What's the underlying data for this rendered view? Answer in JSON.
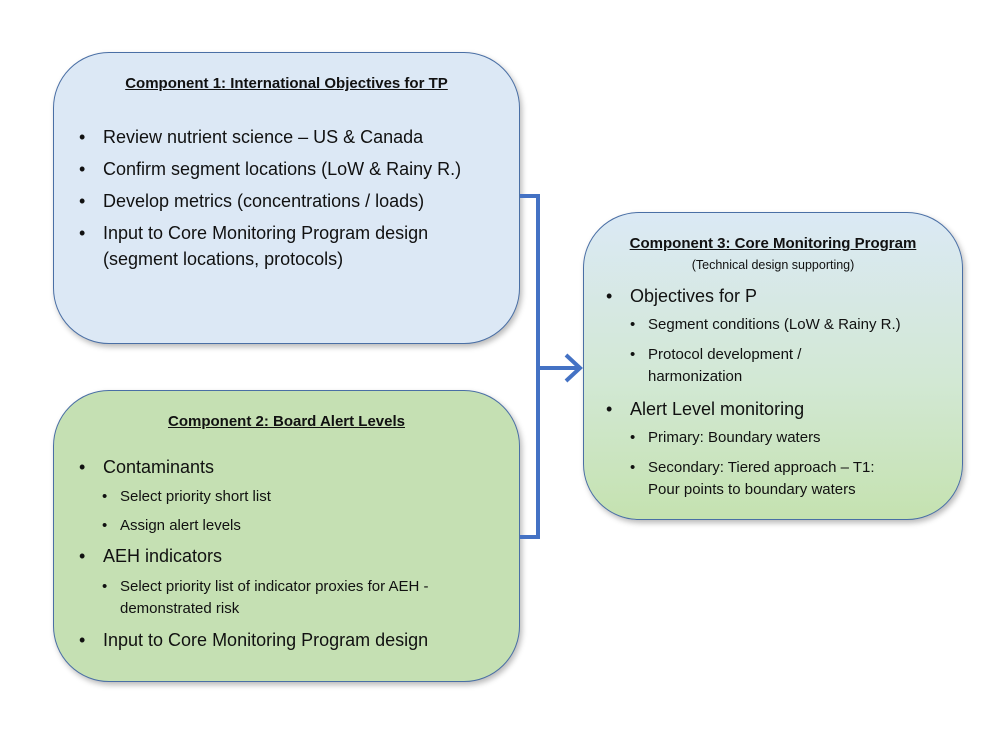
{
  "components": [
    {
      "title": "Component 1: International Objectives for TP",
      "items": [
        {
          "level": 1,
          "lines": [
            "Review nutrient science – US & Canada"
          ]
        },
        {
          "level": 1,
          "lines": [
            "Confirm segment locations (LoW & Rainy R.)"
          ]
        },
        {
          "level": 1,
          "lines": [
            "Develop metrics (concentrations / loads)"
          ]
        },
        {
          "level": 1,
          "lines": [
            "Input to Core Monitoring Program design",
            "(segment locations, protocols)"
          ]
        }
      ]
    },
    {
      "title": "Component 2: Board Alert Levels",
      "items": [
        {
          "level": 1,
          "lines": [
            "Contaminants"
          ]
        },
        {
          "level": 2,
          "lines": [
            "Select priority short list"
          ]
        },
        {
          "level": 2,
          "lines": [
            "Assign alert levels"
          ]
        },
        {
          "level": 1,
          "lines": [
            "AEH indicators"
          ]
        },
        {
          "level": 2,
          "lines": [
            "Select priority list of indicator proxies for AEH -",
            "demonstrated risk"
          ]
        },
        {
          "level": 1,
          "lines": [
            "Input to Core Monitoring Program design"
          ]
        }
      ]
    },
    {
      "title": "Component 3: Core Monitoring Program",
      "subtitle": "(Technical design supporting)",
      "items": [
        {
          "level": 1,
          "lines": [
            "Objectives for P"
          ]
        },
        {
          "level": 2,
          "lines": [
            "Segment conditions (LoW & Rainy R.)"
          ]
        },
        {
          "level": 2,
          "lines": [
            "Protocol development /",
            "harmonization"
          ]
        },
        {
          "level": 1,
          "lines": [
            "Alert Level monitoring"
          ]
        },
        {
          "level": 2,
          "lines": [
            "Primary: Boundary waters"
          ]
        },
        {
          "level": 2,
          "lines": [
            "Secondary: Tiered approach – T1:",
            "Pour points to boundary waters"
          ]
        }
      ]
    }
  ],
  "bullet_symbol": "•",
  "colors": {
    "connector": "#4472c4",
    "box_border": "#4a6fa5",
    "component1_fill": "#dce8f5",
    "component2_fill": "#c5e0b3"
  }
}
